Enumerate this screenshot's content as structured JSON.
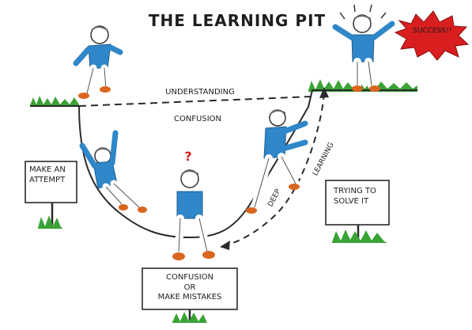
{
  "title": "THE LEARNING PIT",
  "levels": {
    "understanding": "UNDERSTANDING",
    "confusion": "CONFUSION"
  },
  "signs": {
    "make_attempt": [
      "MAKE AN",
      "ATTEMPT"
    ],
    "trying": [
      "TRYING TO",
      "SOLVE IT"
    ],
    "mistakes": [
      "CONFUSION",
      "OR",
      "MAKE MISTAKES"
    ]
  },
  "success": "SUCCESS!!",
  "question_mark": "?",
  "deep_learning": {
    "first": "DEEP",
    "second": "LEARNING"
  },
  "colors": {
    "grass": "#3aa335",
    "shirt": "#2f86c9",
    "shoes": "#d9661f",
    "burst": "#d81e1e",
    "ink": "#1e1e1e",
    "qmark": "#d42020"
  }
}
